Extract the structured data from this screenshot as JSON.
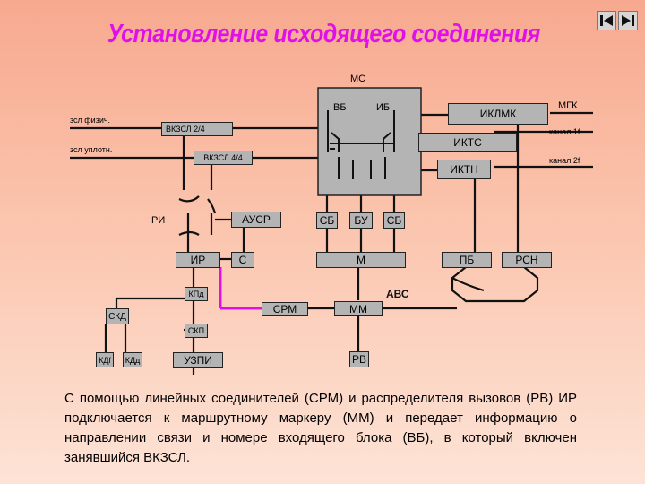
{
  "title": "Установление исходящего соединения",
  "nav": {
    "prev_icon": "play-back-icon",
    "next_icon": "play-forward-icon"
  },
  "diagram": {
    "ms": "МС",
    "vb": "ВБ",
    "ib": "ИБ",
    "iklmk": "ИКЛМК",
    "mgk": "МГК",
    "kanal1": "канал 1f",
    "ikts": "ИКТС",
    "kanal2": "канал 2f",
    "iktn": "ИКТН",
    "zsl_fizich": "зсл физич.",
    "zsl_uplotn": "зсл уплотн.",
    "vkzsl24": "ВКЗСЛ 2/4",
    "vkzsl44": "ВКЗСЛ 4/4",
    "ri": "РИ",
    "ausr": "АУСР",
    "ir": "ИР",
    "s": "С",
    "sb1": "СБ",
    "bu": "БУ",
    "sb2": "СБ",
    "m": "М",
    "pb": "ПБ",
    "rsn": "РСН",
    "kpd": "КПд",
    "skd": "СКД",
    "srm": "СРМ",
    "mm": "ММ",
    "abc": "АВС",
    "skp": "СКП",
    "kdf": "КДf",
    "kdd": "КДд",
    "uzpi": "УЗПИ",
    "rv": "РВ"
  },
  "caption": "С помощью линейных соединителей (СРМ) и распределителя вызовов (РВ) ИР подключается к маршрутному маркеру (ММ) и передает информацию о направлении связи и номере входящего блока (ВБ), в который включен занявшийся ВКЗСЛ."
}
